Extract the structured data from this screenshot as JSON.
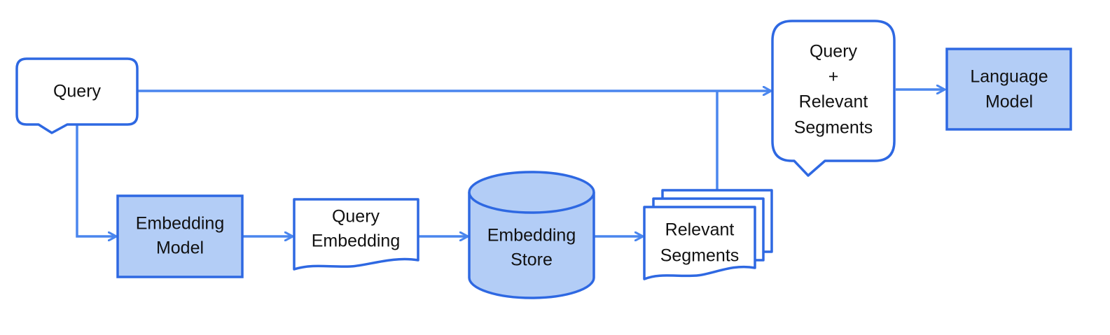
{
  "colors": {
    "stroke": "#2E68E2",
    "line": "#4A86EE",
    "fill_shaded": "#B3CDF6",
    "fill_plain": "#FFFFFF",
    "text": "#111111"
  },
  "nodes": {
    "query": {
      "label": "Query"
    },
    "embedding_model": {
      "line1": "Embedding",
      "line2": "Model"
    },
    "query_embedding": {
      "line1": "Query",
      "line2": "Embedding"
    },
    "embedding_store": {
      "line1": "Embedding",
      "line2": "Store"
    },
    "relevant_segments": {
      "line1": "Relevant",
      "line2": "Segments"
    },
    "query_plus_segments": {
      "line1": "Query",
      "line2": "+",
      "line3": "Relevant",
      "line4": "Segments"
    },
    "language_model": {
      "line1": "Language",
      "line2": "Model"
    }
  },
  "edges": [
    {
      "from": "query",
      "to": "embedding_model"
    },
    {
      "from": "embedding_model",
      "to": "query_embedding"
    },
    {
      "from": "query_embedding",
      "to": "embedding_store"
    },
    {
      "from": "embedding_store",
      "to": "relevant_segments"
    },
    {
      "from": "query",
      "to": "query_plus_segments"
    },
    {
      "from": "relevant_segments",
      "to": "query_plus_segments"
    },
    {
      "from": "query_plus_segments",
      "to": "language_model"
    }
  ]
}
